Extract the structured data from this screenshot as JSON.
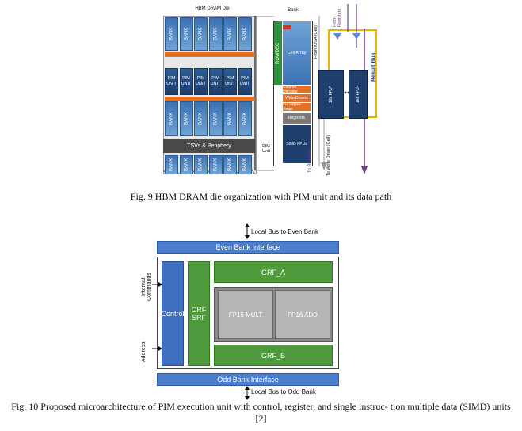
{
  "fig9": {
    "die_title": "HBM DRAM Die",
    "bank_label": "BANK",
    "pim_label": "PIM UNIT",
    "tsv_label": "TSVs & Periphery",
    "bank_title": "Bank",
    "cell_array": "Cell Array",
    "row_dec": "ROWDEC",
    "col_decoder": "Column Decoder",
    "write_drivers": "Write Drivers",
    "io_sense": "I/O Sense-Amps",
    "registers": "Registers",
    "simd": "SIMD FPUs",
    "pim_unit": "PIM Unit",
    "from_iosa": "From IOSA (Cell)",
    "from_registers": "From Registers",
    "fpu_mult": "16b FPU*",
    "fpu_add": "16b FPU+",
    "result_bus": "Result Bus",
    "to_registers": "To Registers",
    "to_write": "To Write Driver (Cell)",
    "caption": "Fig. 9 HBM DRAM die organization with PIM unit and its data path"
  },
  "fig10": {
    "local_bus_even": "Local Bus to Even Bank",
    "even_interface": "Even Bank Interface",
    "internal_commands": "Internal Commands",
    "address": "Address",
    "control": "Control",
    "crf": "CRF",
    "srf": "SRF",
    "grf_a": "GRF_A",
    "fp16_mult": "FP16 MULT",
    "fp16_add": "FP16 ADD",
    "grf_b": "GRF_B",
    "odd_interface": "Odd Bank Interface",
    "local_bus_odd": "Local Bus to Odd Bank",
    "caption_line1": "Fig. 10 Proposed microarchitecture of PIM execution unit with control, register, and single instruc- tion multiple data (SIMD) units",
    "caption_line2": "[2]"
  },
  "colors": {
    "blue": "#3f6fbf",
    "green": "#4e9a3c",
    "gray": "#8a8a8a",
    "orange": "#e0722a"
  }
}
